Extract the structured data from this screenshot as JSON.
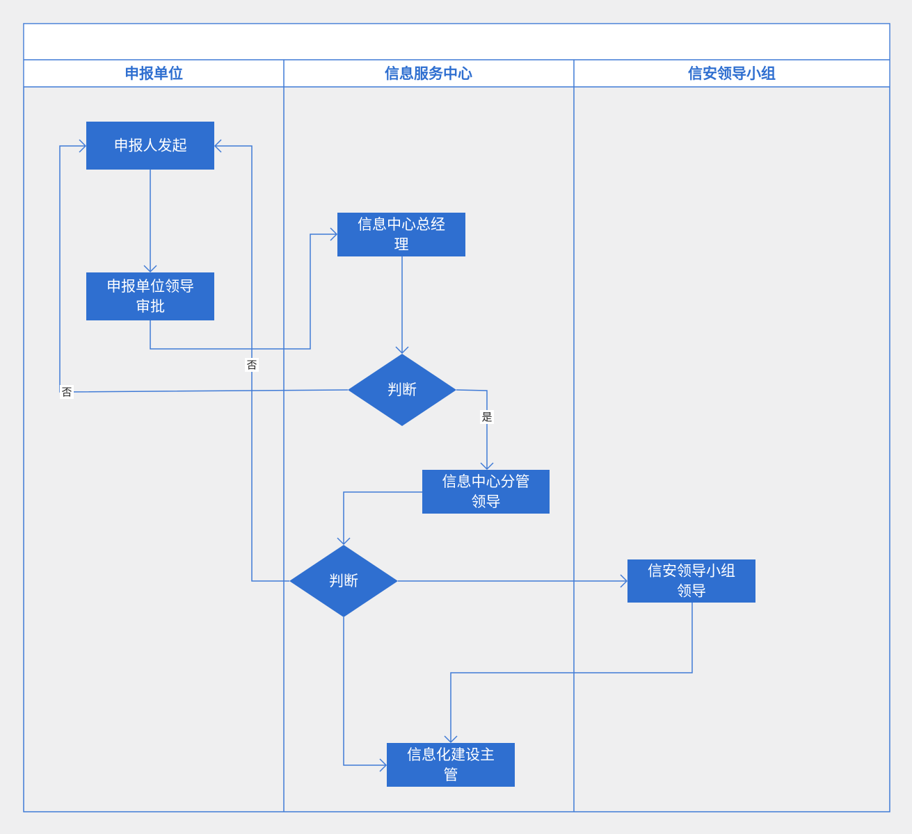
{
  "diagram": {
    "title": "",
    "lanes": [
      {
        "label": "申报单位"
      },
      {
        "label": "信息服务中心"
      },
      {
        "label": "信安领导小组"
      }
    ],
    "nodes": [
      {
        "id": "n1",
        "type": "process",
        "lines": [
          "申报人发起"
        ]
      },
      {
        "id": "n2",
        "type": "process",
        "lines": [
          "申报单位领导",
          "审批"
        ]
      },
      {
        "id": "n3",
        "type": "process",
        "lines": [
          "信息中心总经",
          "理"
        ]
      },
      {
        "id": "n4",
        "type": "decision",
        "lines": [
          "判断"
        ]
      },
      {
        "id": "n5",
        "type": "process",
        "lines": [
          "信息中心分管",
          "领导"
        ]
      },
      {
        "id": "n6",
        "type": "decision",
        "lines": [
          "判断"
        ]
      },
      {
        "id": "n7",
        "type": "process",
        "lines": [
          "信安领导小组",
          "领导"
        ]
      },
      {
        "id": "n8",
        "type": "process",
        "lines": [
          "信息化建设主",
          "管"
        ]
      }
    ],
    "edges": [
      {
        "from": "n1",
        "to": "n2",
        "label": ""
      },
      {
        "from": "n2",
        "to": "n3",
        "label": ""
      },
      {
        "from": "n3",
        "to": "n4",
        "label": ""
      },
      {
        "from": "n4",
        "to": "n1",
        "label": "否"
      },
      {
        "from": "n4",
        "to": "n5",
        "label": "是"
      },
      {
        "from": "n5",
        "to": "n6",
        "label": ""
      },
      {
        "from": "n6",
        "to": "n1",
        "label": "否"
      },
      {
        "from": "n6",
        "to": "n7",
        "label": ""
      },
      {
        "from": "n6",
        "to": "n8",
        "label": ""
      },
      {
        "from": "n7",
        "to": "n8",
        "label": ""
      }
    ],
    "colors": {
      "node_fill": "#2f6fd0",
      "line": "#3f7ad6",
      "background": "#efeff0",
      "title_bar": "#ffffff"
    }
  }
}
